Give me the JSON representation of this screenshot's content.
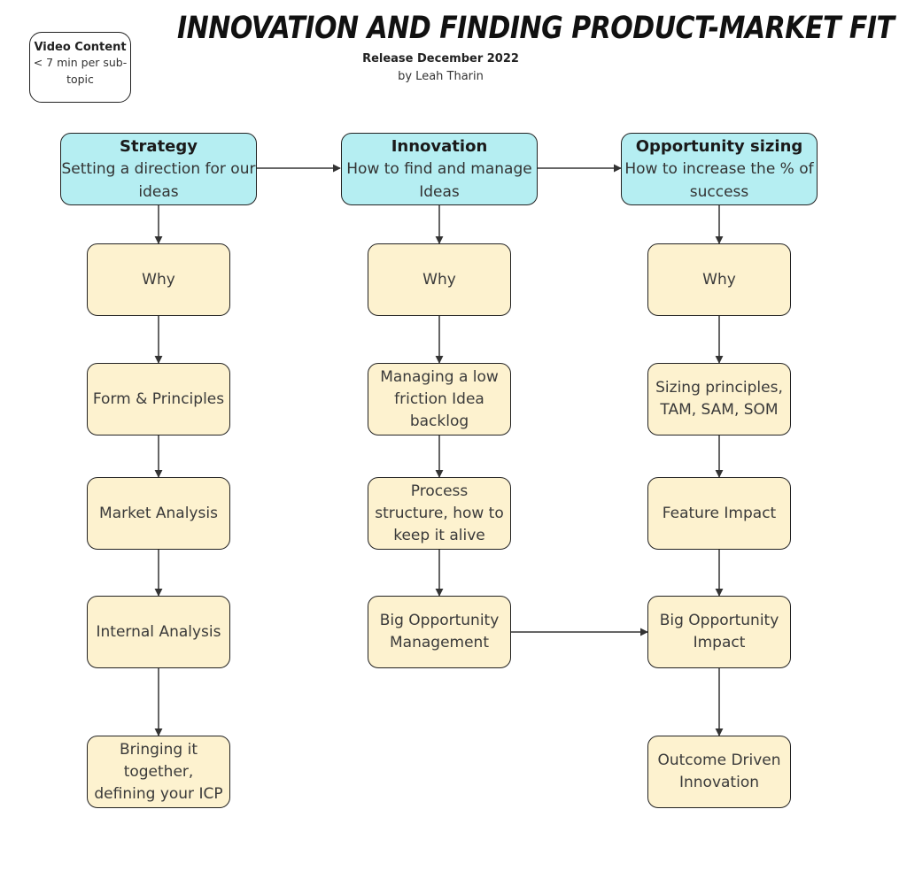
{
  "title": "INNOVATION AND FINDING PRODUCT-MARKET FIT",
  "subtitle": "Release December 2022",
  "byline": "by Leah Tharin",
  "legend": {
    "heading": "Video Content",
    "description": "< 7 min per sub-topic"
  },
  "columns": [
    {
      "heading": "Strategy",
      "description": "Setting a direction for our ideas",
      "items": [
        "Why",
        "Form & Principles",
        "Market Analysis",
        "Internal Analysis",
        "Bringing it together, defining your ICP"
      ]
    },
    {
      "heading": "Innovation",
      "description": "How to find and manage Ideas",
      "items": [
        "Why",
        "Managing a low friction Idea backlog",
        "Process structure, how to keep it alive",
        "Big Opportunity Management"
      ]
    },
    {
      "heading": "Opportunity sizing",
      "description": "How to increase the % of success",
      "items": [
        "Why",
        "Sizing principles, TAM, SAM, SOM",
        "Feature Impact",
        "Big Opportunity Impact",
        "Outcome Driven Innovation"
      ]
    }
  ],
  "colors": {
    "header_fill": "#b5eef2",
    "node_fill": "#fdf2cf",
    "stroke": "#222222",
    "arrow": "#333333"
  }
}
